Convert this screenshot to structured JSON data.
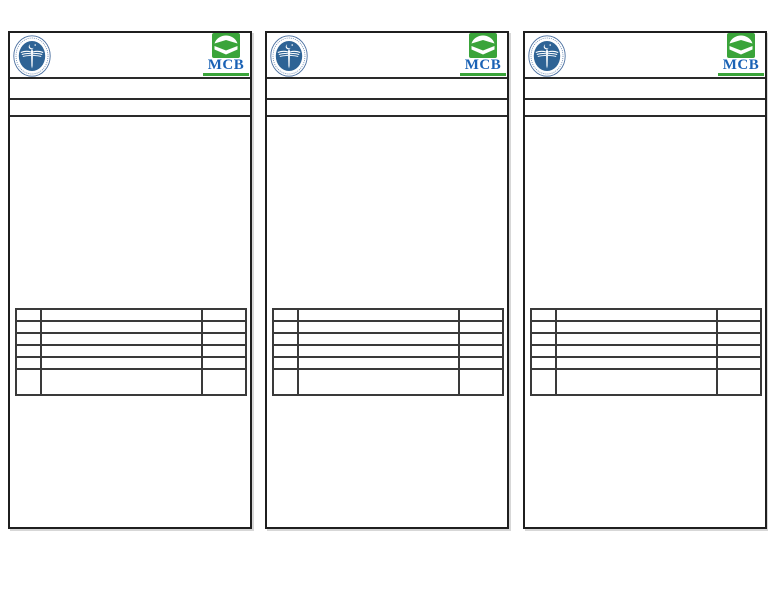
{
  "colors": {
    "page_background": "#ffffff",
    "panel_border": "#1f1f1f",
    "seal_blue": "#2e6395",
    "seal_ring_blue": "#4a6fa0",
    "mcb_green": "#3aa43a",
    "mcb_text_blue": "#1a62b5",
    "table_line": "#3a3a3a"
  },
  "panel_count": 3,
  "voucher": {
    "bank_logo_text": "MCB",
    "logos": {
      "left": "institution-seal",
      "right": "mcb-bank-logo"
    },
    "header_fields": [
      "",
      ""
    ],
    "table": {
      "columns": [
        "",
        "",
        ""
      ],
      "rows": [
        [
          "",
          "",
          ""
        ],
        [
          "",
          "",
          ""
        ],
        [
          "",
          "",
          ""
        ],
        [
          "",
          "",
          ""
        ],
        [
          "",
          "",
          ""
        ],
        [
          "",
          "",
          ""
        ]
      ]
    }
  }
}
